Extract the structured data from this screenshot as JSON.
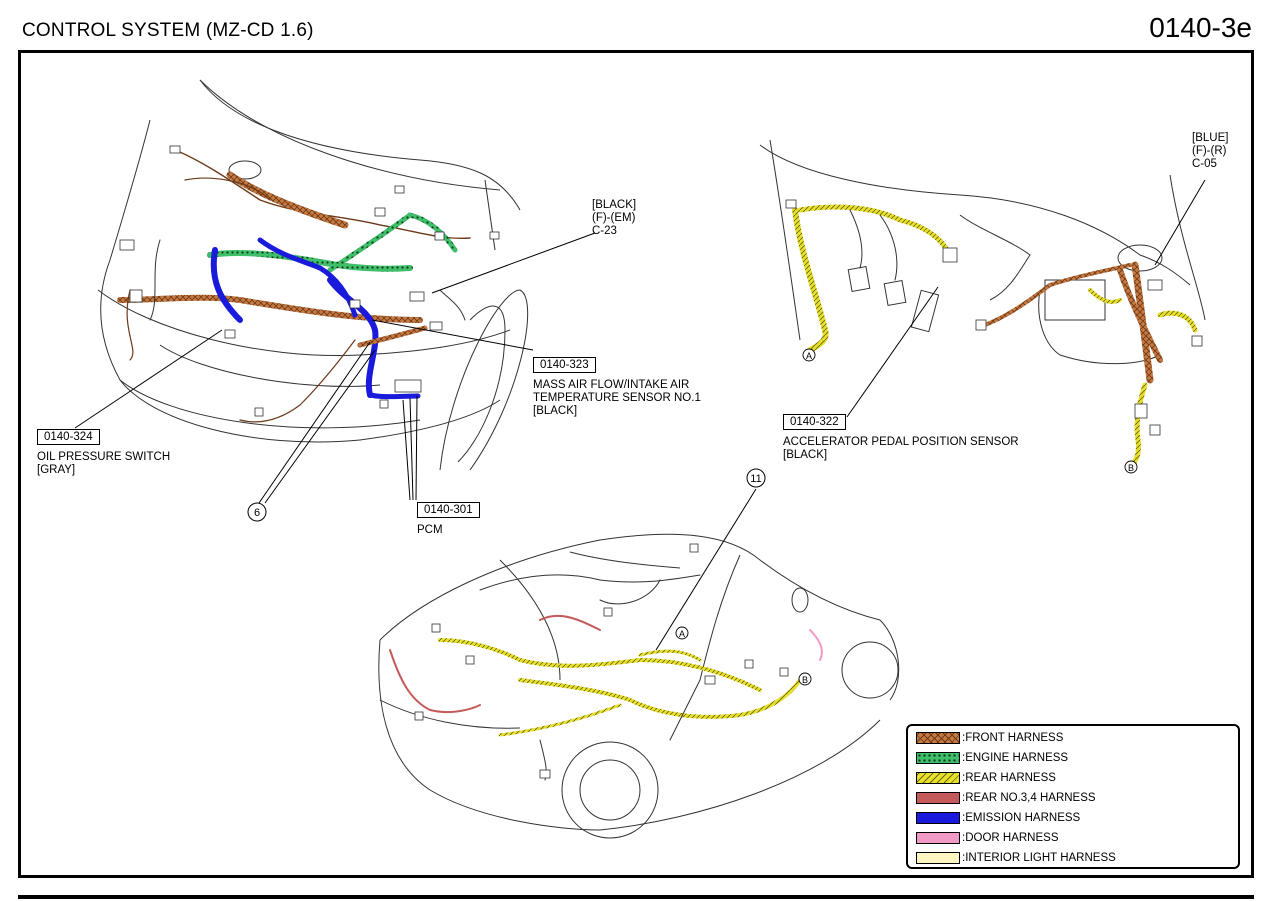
{
  "header": {
    "title": "CONTROL SYSTEM (MZ-CD 1.6)",
    "page_number": "0140-3e"
  },
  "callouts": {
    "c23": {
      "line1": "[BLACK]",
      "line2": "(F)-(EM)",
      "line3": "C-23"
    },
    "c05": {
      "line1": "[BLUE]",
      "line2": "(F)-(R)",
      "line3": "C-05"
    },
    "maf": {
      "ref": "0140-323",
      "line1": "MASS AIR FLOW/INTAKE AIR",
      "line2": "TEMPERATURE SENSOR NO.1",
      "line3": "[BLACK]"
    },
    "oil": {
      "ref": "0140-324",
      "line1": "OIL PRESSURE SWITCH",
      "line2": "[GRAY]"
    },
    "pcm": {
      "ref": "0140-301",
      "line1": "PCM"
    },
    "app": {
      "ref": "0140-322",
      "line1": "ACCELERATOR PEDAL POSITION SENSOR",
      "line2": "[BLACK]"
    }
  },
  "markers": {
    "six": "6",
    "eleven": "11",
    "a": "A",
    "b": "B"
  },
  "legend": [
    {
      "label": ":FRONT HARNESS",
      "color": "#c87941",
      "pattern": "crosshatch"
    },
    {
      "label": ":ENGINE HARNESS",
      "color": "#3fbf6a",
      "pattern": "dots"
    },
    {
      "label": ":REAR HARNESS",
      "color": "#e8e12a",
      "pattern": "diagonal"
    },
    {
      "label": ":REAR NO.3,4 HARNESS",
      "color": "#c45a5a",
      "pattern": "solid"
    },
    {
      "label": ":EMISSION HARNESS",
      "color": "#1a1adc",
      "pattern": "solid"
    },
    {
      "label": ":DOOR HARNESS",
      "color": "#f29ac6",
      "pattern": "solid"
    },
    {
      "label": ":INTERIOR LIGHT HARNESS",
      "color": "#fdf6c0",
      "pattern": "solid"
    }
  ]
}
